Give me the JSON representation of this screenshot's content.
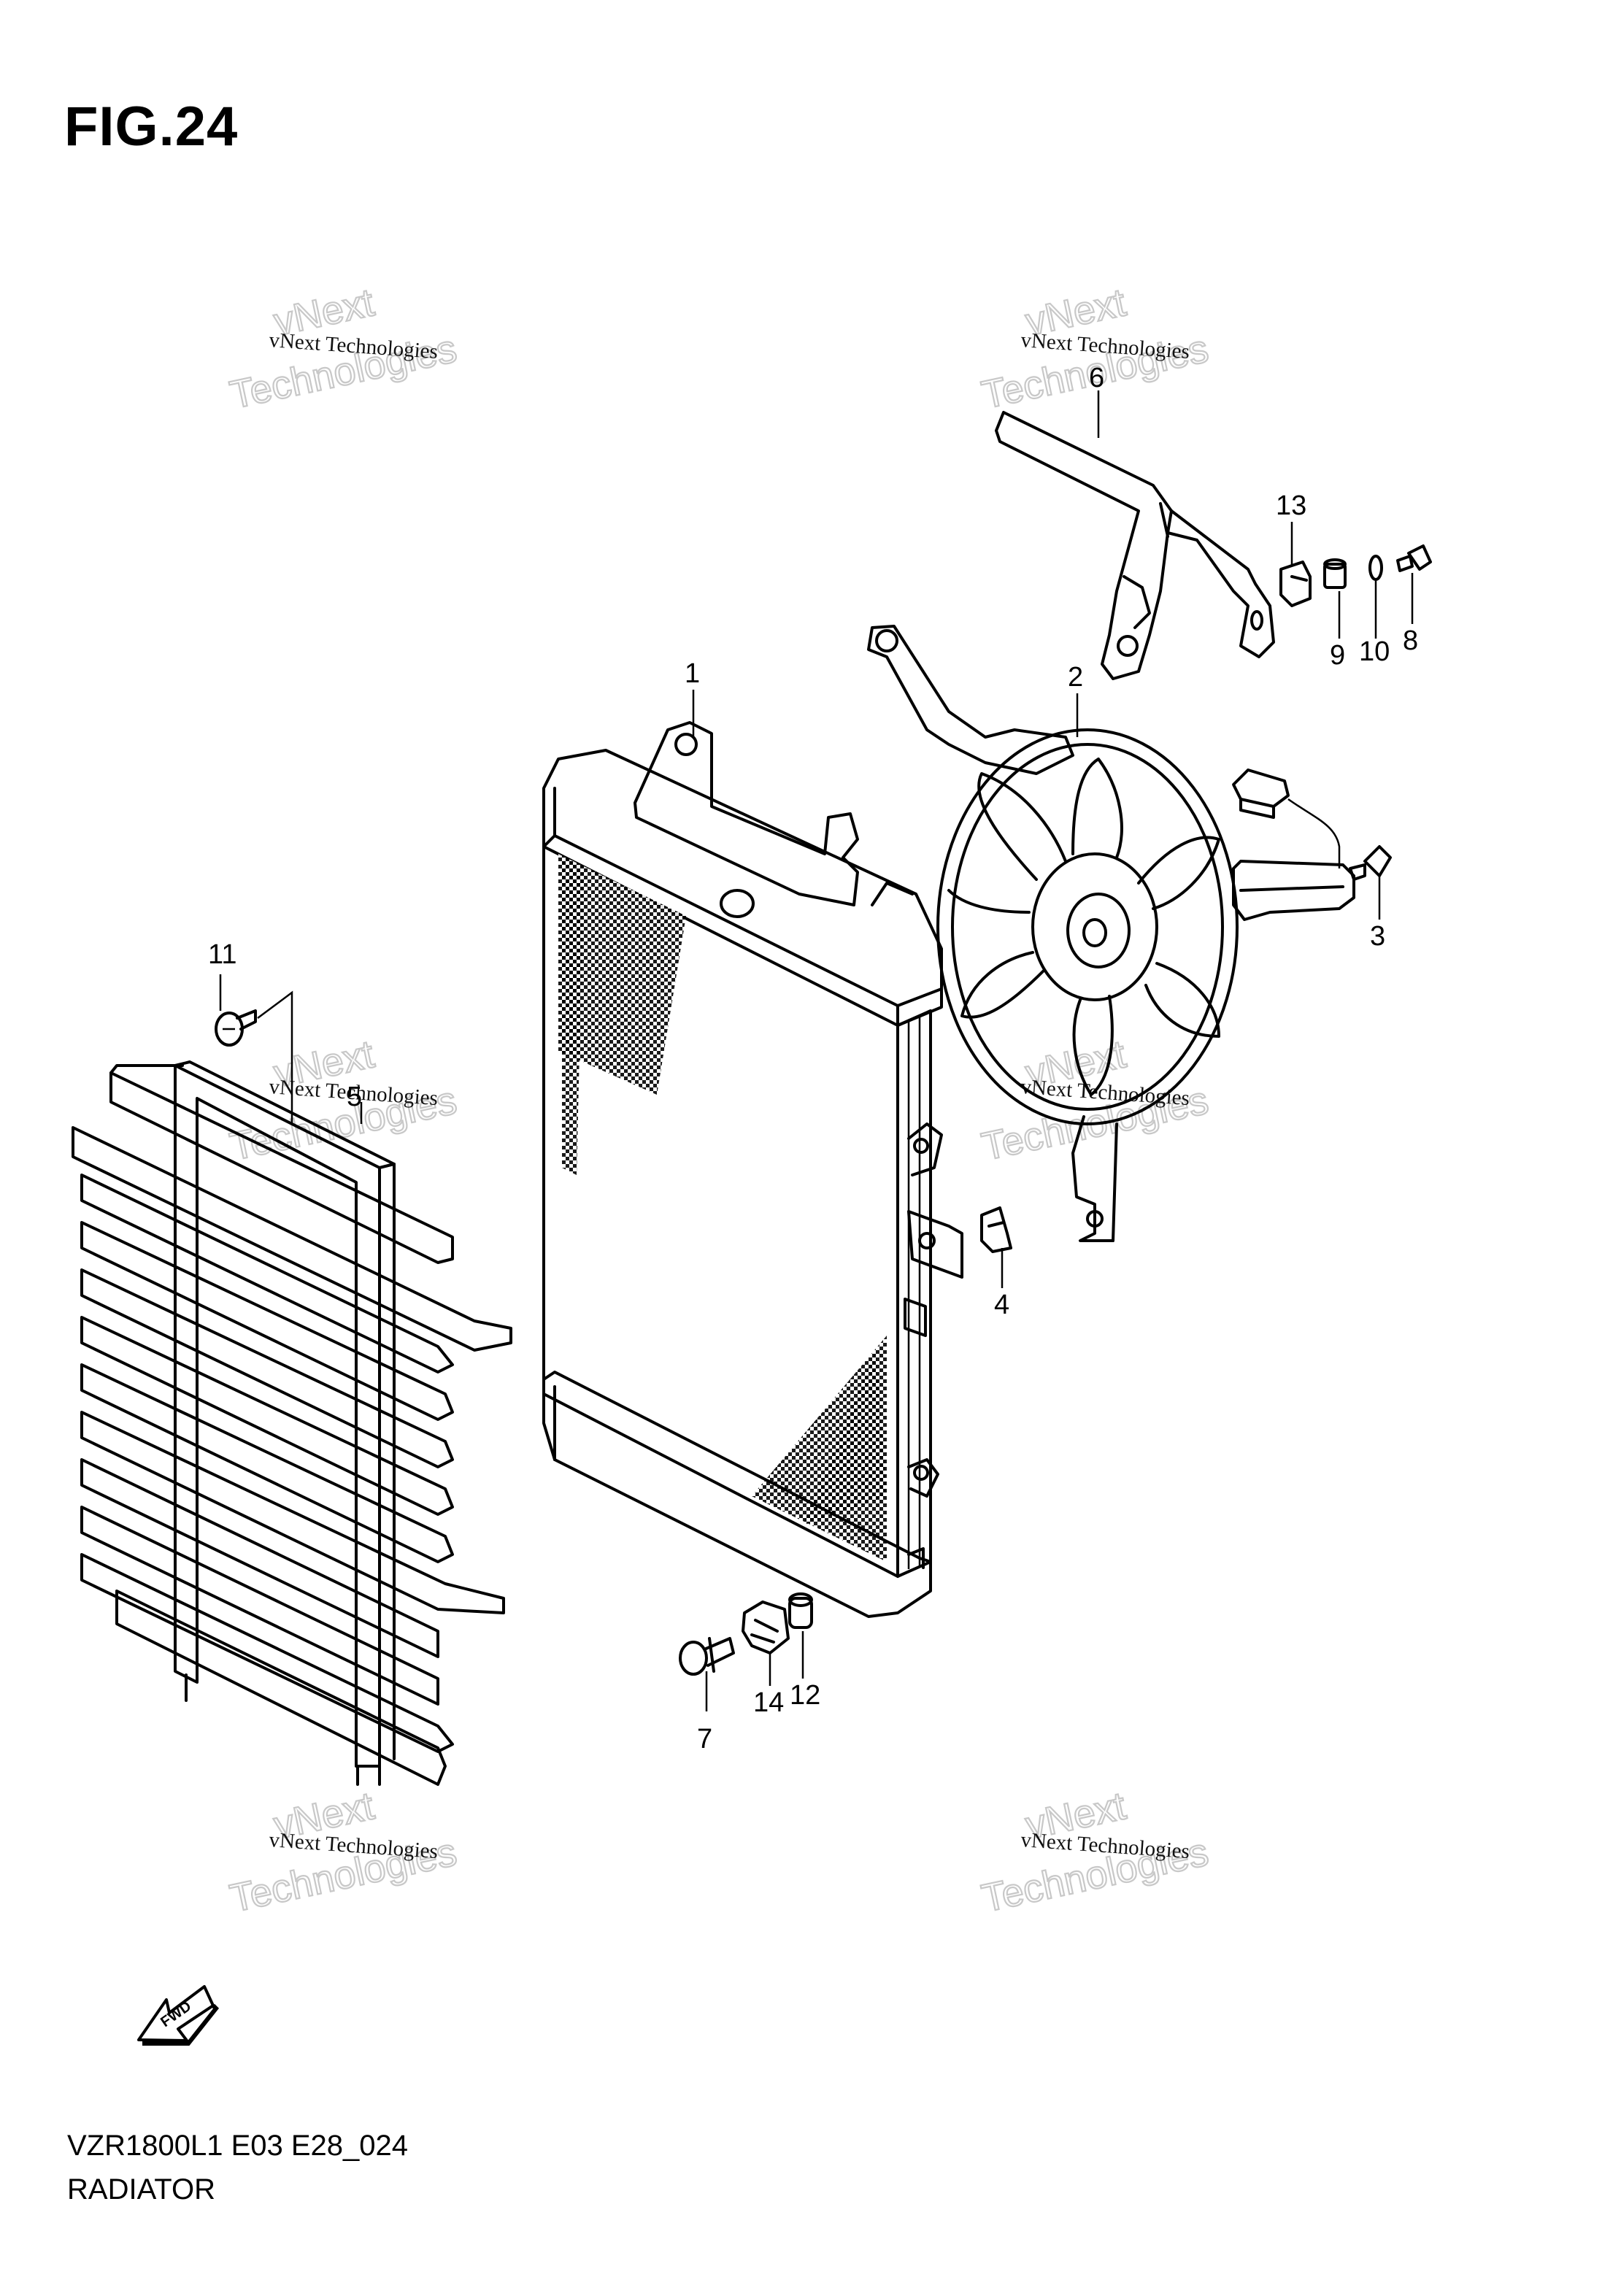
{
  "figure": {
    "title": "FIG.24",
    "model_code": "VZR1800L1 E03 E28_024",
    "name": "RADIATOR",
    "fwd_label": "FWD"
  },
  "watermark": {
    "line1": "vNext Technologies",
    "big_line1": "vNext",
    "big_line2": "Technologies"
  },
  "callouts": [
    "1",
    "2",
    "3",
    "4",
    "5",
    "6",
    "7",
    "8",
    "9",
    "10",
    "11",
    "12",
    "13",
    "14"
  ]
}
